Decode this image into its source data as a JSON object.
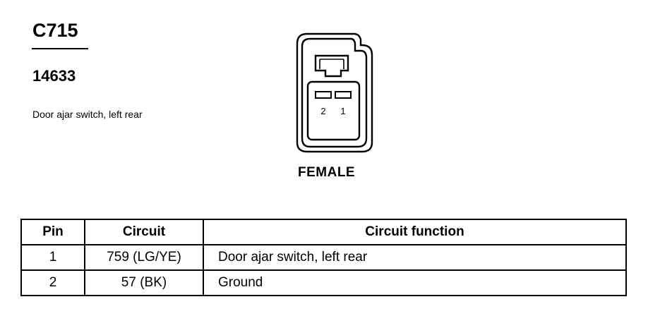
{
  "connector": {
    "id": "C715",
    "part_number": "14633",
    "description": "Door ajar switch, left rear",
    "gender": "FEMALE",
    "pin_labels": [
      "2",
      "1"
    ]
  },
  "table": {
    "headers": [
      "Pin",
      "Circuit",
      "Circuit function"
    ],
    "rows": [
      {
        "pin": "1",
        "circuit": "759 (LG/YE)",
        "function": "Door ajar switch, left rear"
      },
      {
        "pin": "2",
        "circuit": "57 (BK)",
        "function": "Ground"
      }
    ]
  }
}
